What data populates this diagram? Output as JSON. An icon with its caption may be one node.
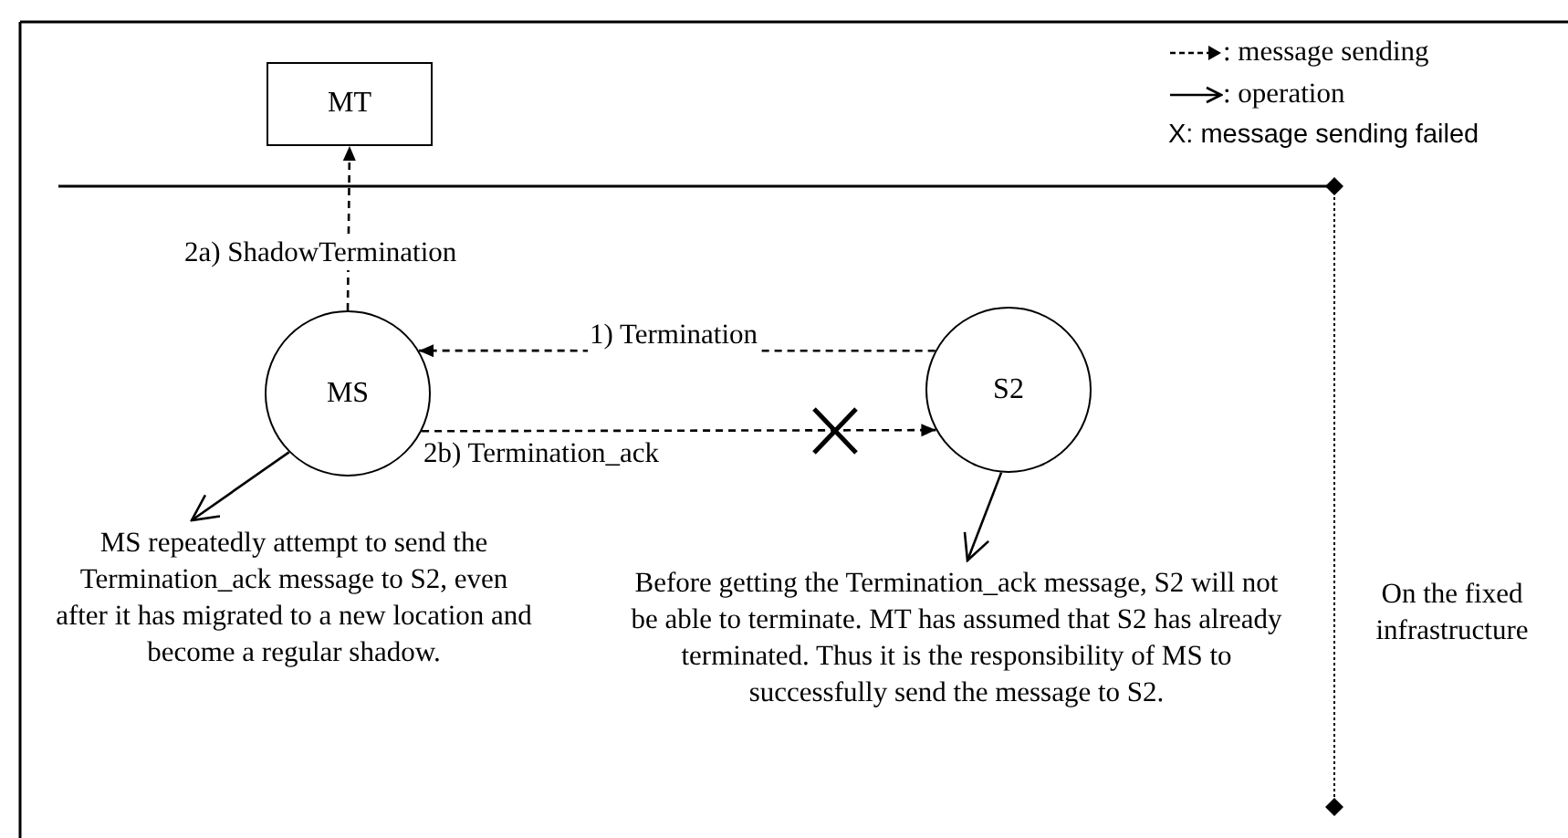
{
  "diagram": {
    "nodes": [
      {
        "text": [
          "MT"
        ]
      },
      {
        "text": [
          "MS"
        ]
      },
      {
        "text": [
          "S2"
        ]
      },
      {
        "text": [
          "MS repeatedly attempt to send the Termination_ack message to S2, even after it has migrated to a new location and become a regular shadow."
        ]
      },
      {
        "text": [
          "Before getting the Termination_ack message, S2 will not be able to terminate. MT has assumed that S2 has already terminated. Thus it is the responsibility of MS to successfully send the message to S2."
        ]
      }
    ],
    "edges": [
      {
        "from": 1,
        "to": 0,
        "arrow": "to",
        "label": "2a) ShadowTermination",
        "style": "dashed"
      },
      {
        "from": 2,
        "to": 1,
        "arrow": "to",
        "label": "1) Termination",
        "style": "dashed"
      },
      {
        "from": 1,
        "to": 2,
        "arrow": "to",
        "label": "2b) Termination_ack",
        "style": "dashed"
      },
      {
        "from": 1,
        "to": 3,
        "arrow": "to"
      },
      {
        "from": 2,
        "to": 4,
        "arrow": "to"
      }
    ],
    "labels": [
      "X: message sending failed",
      "On the fixed infrastructure"
    ],
    "legend": [
      {
        "text": ": message sending"
      },
      {
        "text": ": operation"
      }
    ]
  }
}
